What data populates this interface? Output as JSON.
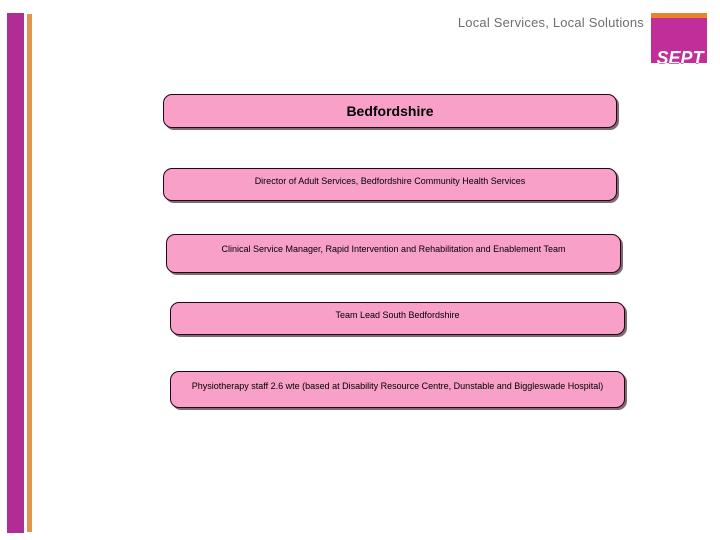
{
  "header": {
    "tagline": "Local Services, Local Solutions",
    "logo_text": "SEPT",
    "colors": {
      "tagline_text": "#6e6e6e",
      "logo_magenta": "#c12d99",
      "logo_orange": "#e8852c"
    }
  },
  "sidebar": {
    "bars": [
      {
        "name": "magenta-accent-bar",
        "color": "#b02d96"
      },
      {
        "name": "orange-accent-bar",
        "color": "#e2944d"
      }
    ]
  },
  "org_chart": {
    "box_fill": "#f8a0c8",
    "box_border": "#1d0813",
    "boxes": [
      {
        "label": "Bedfordshire",
        "bold": true
      },
      {
        "label": "Director of Adult Services, Bedfordshire Community Health Services"
      },
      {
        "label": "Clinical Service Manager, Rapid Intervention and Rehabilitation and Enablement Team"
      },
      {
        "label": "Team Lead South Bedfordshire"
      },
      {
        "label": "Physiotherapy staff 2.6 wte (based at Disability Resource Centre, Dunstable and Biggleswade Hospital)"
      }
    ]
  }
}
